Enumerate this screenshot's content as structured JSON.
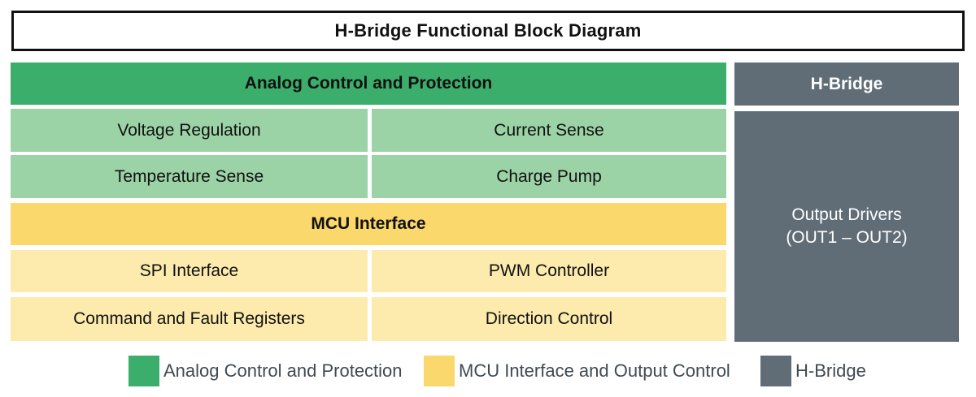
{
  "title": "H-Bridge Functional Block Diagram",
  "colors": {
    "analog_header": "#3bae6c",
    "analog_cell": "#9cd3a6",
    "mcu_header": "#fbd86b",
    "mcu_cell": "#fdebad",
    "hbridge": "#606d77",
    "legend_text": "#3f4a52",
    "title_border": "#111111"
  },
  "analog": {
    "header": "Analog Control and Protection",
    "cells": [
      "Voltage Regulation",
      "Current Sense",
      "Temperature Sense",
      "Charge Pump"
    ]
  },
  "mcu": {
    "header": "MCU Interface",
    "cells": [
      "SPI Interface",
      "PWM Controller",
      "Command and Fault Registers",
      "Direction Control"
    ]
  },
  "hbridge": {
    "header": "H-Bridge",
    "block_line1": "Output Drivers",
    "block_line2": "(OUT1 – OUT2)"
  },
  "legend": {
    "items": [
      {
        "label": "Analog Control and Protection",
        "color": "#3bae6c"
      },
      {
        "label": "MCU Interface and Output Control",
        "color": "#fbd86b"
      },
      {
        "label": "H-Bridge",
        "color": "#606d77"
      }
    ]
  }
}
